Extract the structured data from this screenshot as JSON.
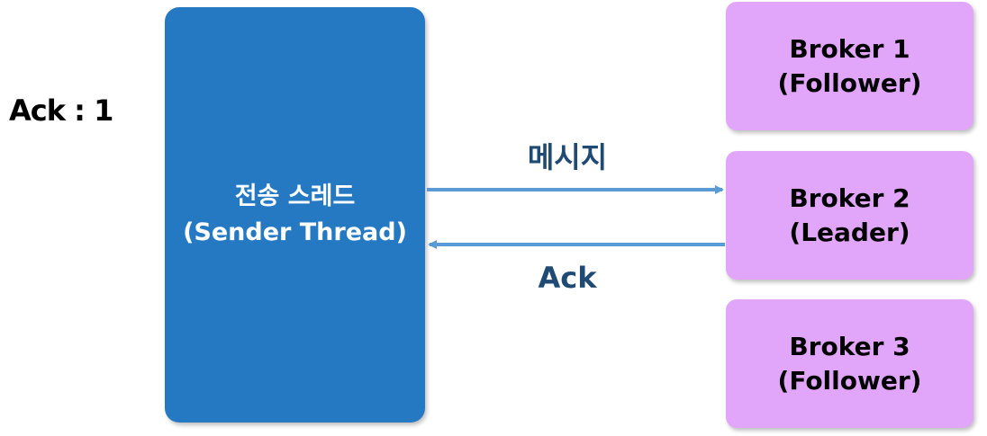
{
  "ack_mode": "Ack : 1",
  "sender": {
    "line1": "전송 스레드",
    "line2": "(Sender Thread)"
  },
  "brokers": [
    {
      "line1": "Broker 1",
      "line2": "(Follower)"
    },
    {
      "line1": "Broker 2",
      "line2": "(Leader)"
    },
    {
      "line1": "Broker 3",
      "line2": "(Follower)"
    }
  ],
  "arrows": {
    "message_label": "메시지",
    "ack_label": "Ack"
  },
  "colors": {
    "sender_fill": "#2579c2",
    "broker_fill": "#e1a6f9",
    "arrow": "#5b9bd5",
    "label": "#1f4a73"
  }
}
